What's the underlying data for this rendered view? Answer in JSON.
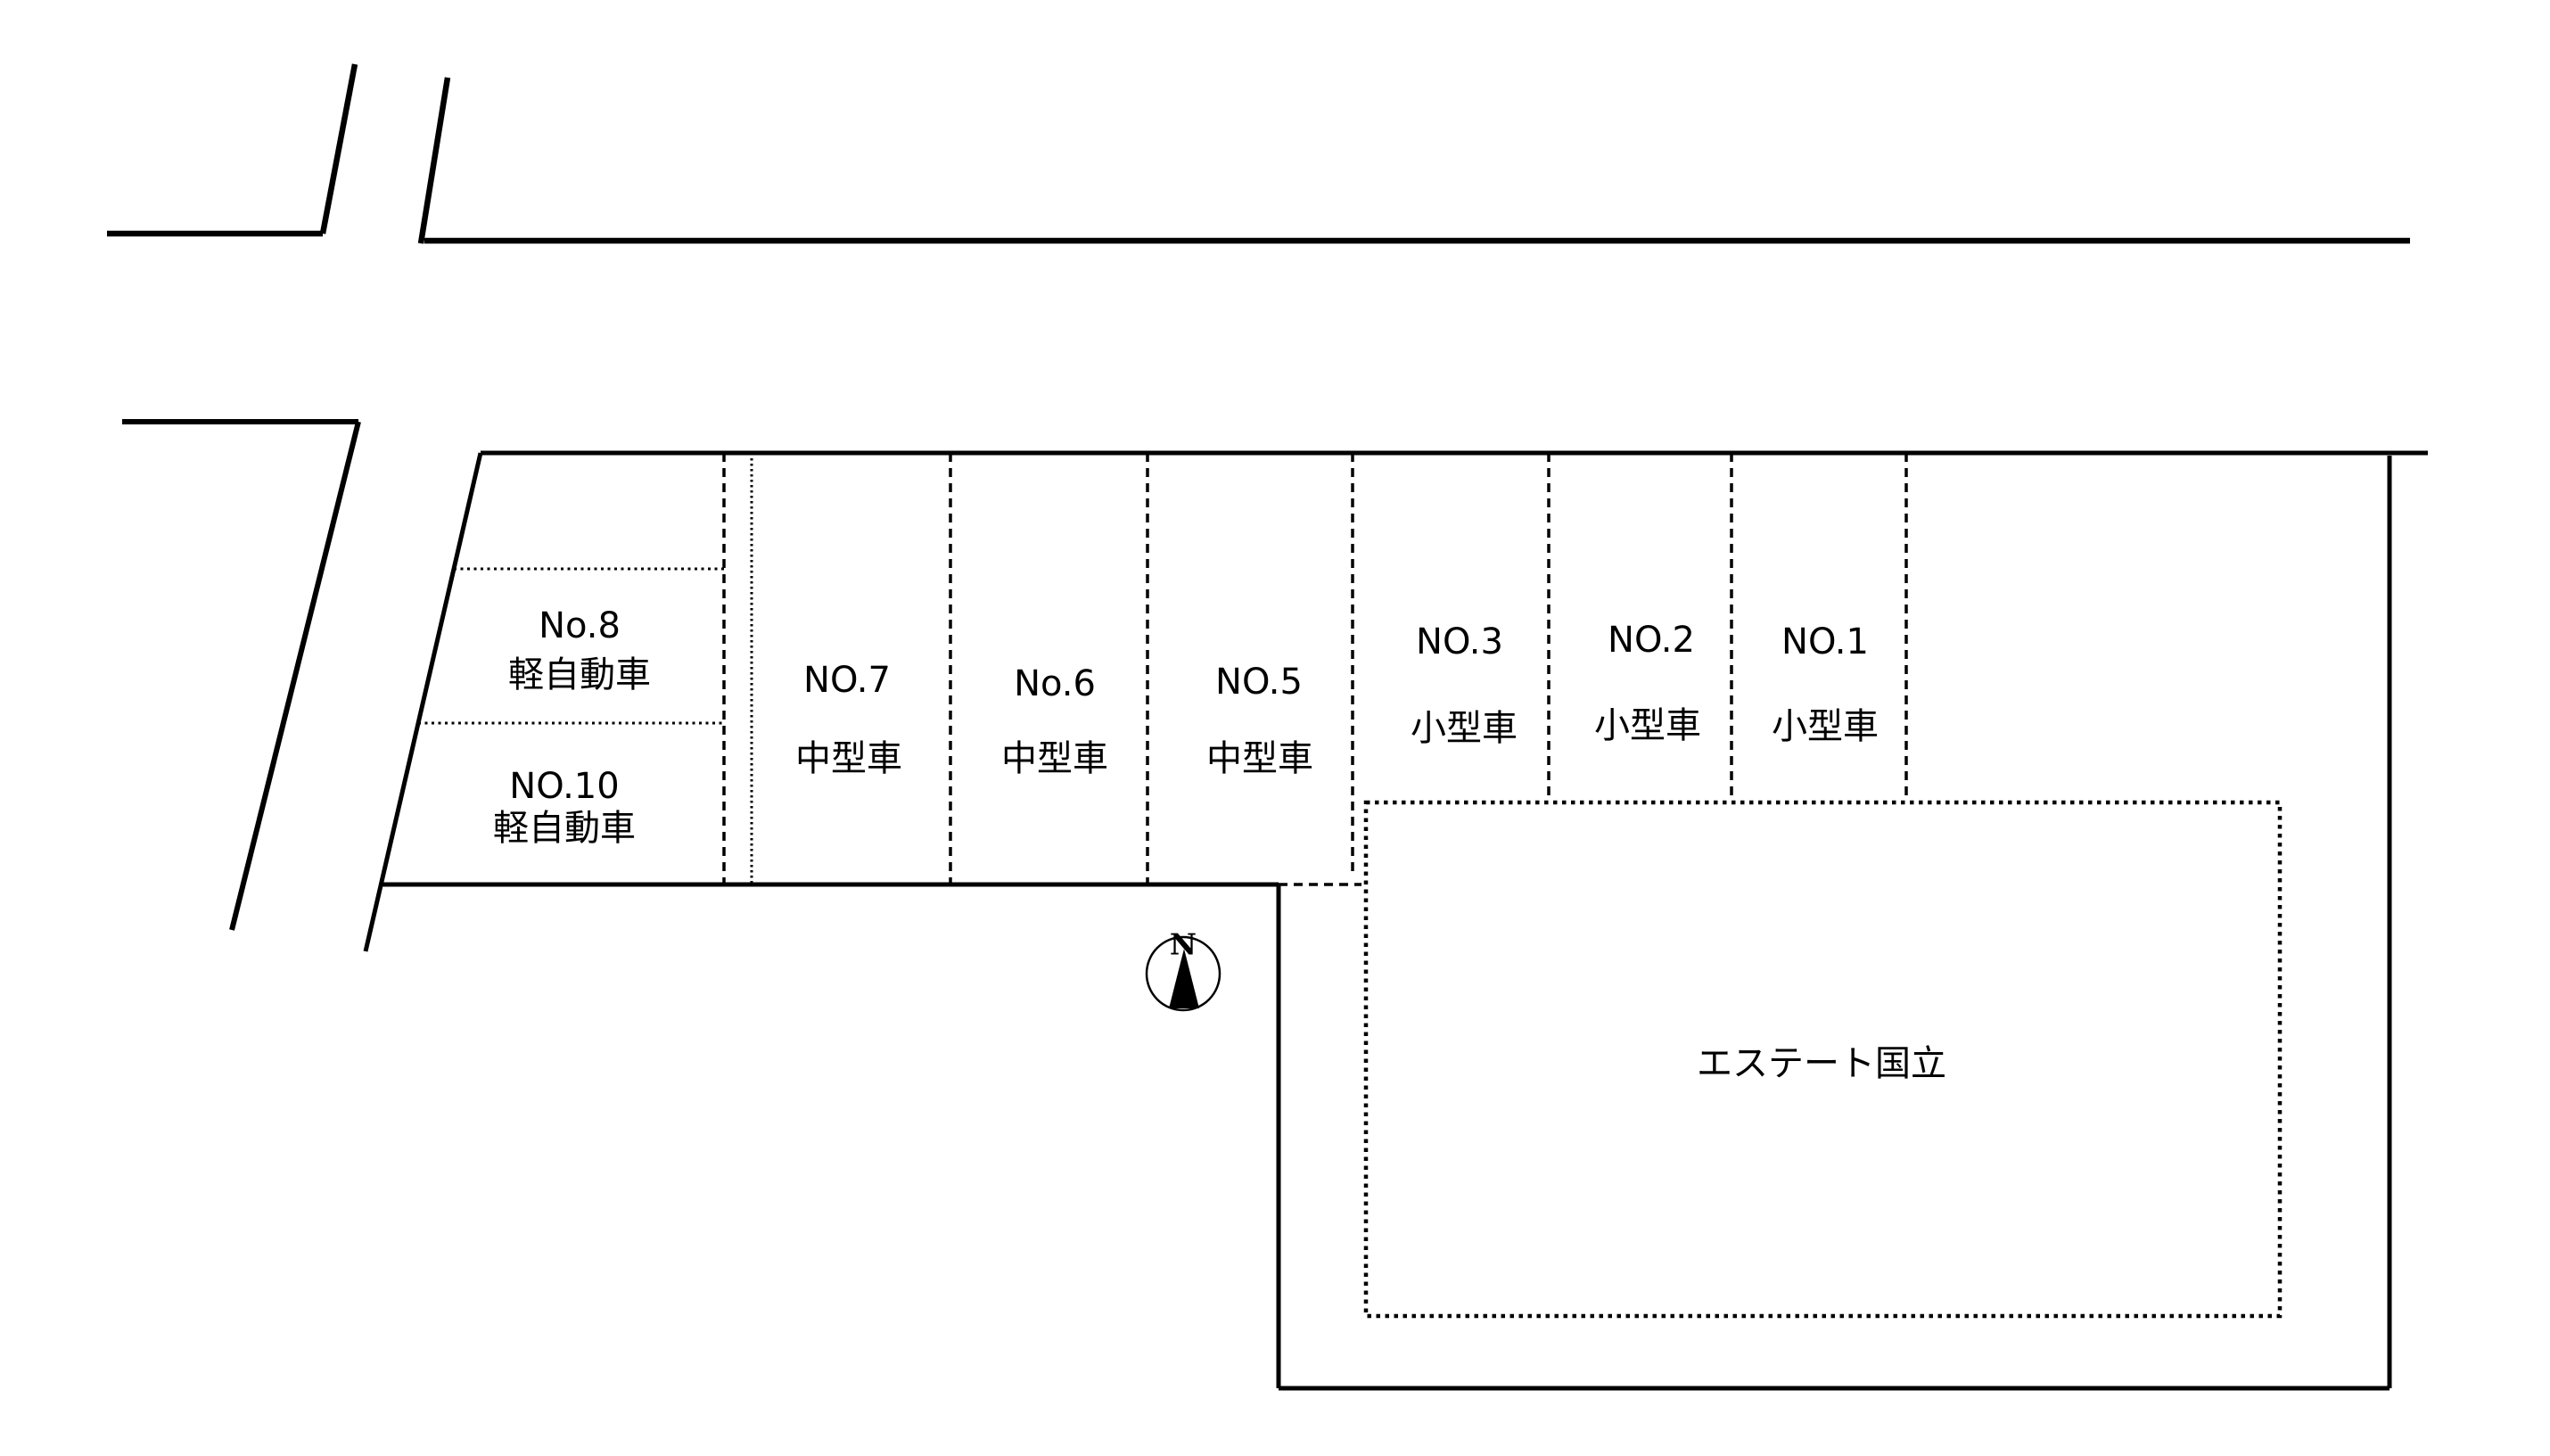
{
  "colors": {
    "line": "#000000",
    "background": "#ffffff"
  },
  "spaces": [
    {
      "id": "No.8",
      "type": "軽自動車"
    },
    {
      "id": "NO.10",
      "type": "軽自動車"
    },
    {
      "id": "NO.7",
      "type": "中型車"
    },
    {
      "id": "No.6",
      "type": "中型車"
    },
    {
      "id": "NO.5",
      "type": "中型車"
    },
    {
      "id": "NO.3",
      "type": "小型車"
    },
    {
      "id": "NO.2",
      "type": "小型車"
    },
    {
      "id": "NO.1",
      "type": "小型車"
    }
  ],
  "building": {
    "label": "エステート国立"
  },
  "compass": {
    "label": "N"
  }
}
